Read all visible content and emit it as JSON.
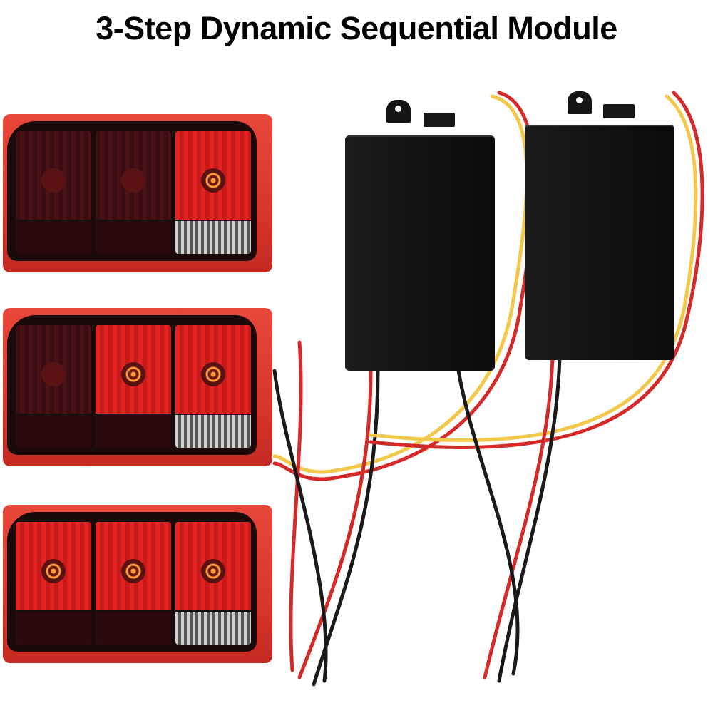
{
  "title": "3-Step Dynamic Sequential Module",
  "panels": [
    {
      "step": 1,
      "lit": [
        false,
        false,
        true
      ]
    },
    {
      "step": 2,
      "lit": [
        false,
        true,
        true
      ]
    },
    {
      "step": 3,
      "lit": [
        true,
        true,
        true
      ]
    }
  ],
  "modules": [
    {
      "color": "#111111"
    },
    {
      "color": "#111111"
    }
  ],
  "wire_colors": {
    "red": "#d42a2a",
    "yellow": "#f2c84a",
    "black": "#1a1a1a"
  }
}
